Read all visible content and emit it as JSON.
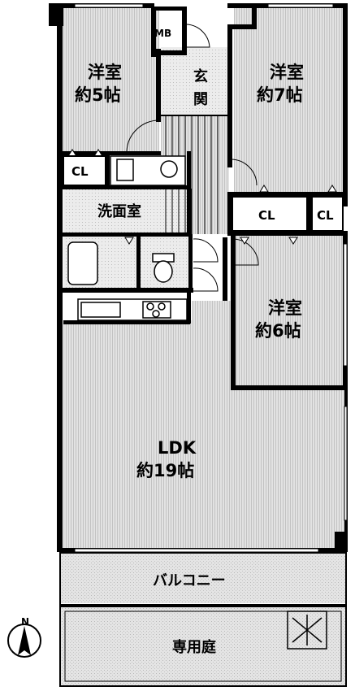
{
  "rooms": {
    "western_nw": {
      "line1": "洋室",
      "line2": "約5帖"
    },
    "western_ne": {
      "line1": "洋室",
      "line2": "約7帖"
    },
    "western_e": {
      "line1": "洋室",
      "line2": "約6帖"
    },
    "ldk": {
      "line1": "LDK",
      "line2": "約19帖"
    },
    "entrance": {
      "line1": "玄",
      "line2": "関"
    },
    "washroom": "洗面室",
    "meter_box": "MB",
    "closet_label": "CL",
    "balcony": "バルコニー",
    "private_garden": "専用庭",
    "compass_letter": "N"
  },
  "colors": {
    "floor_fill": "#dcdcdc",
    "wall": "#000000",
    "background": "#ffffff"
  }
}
